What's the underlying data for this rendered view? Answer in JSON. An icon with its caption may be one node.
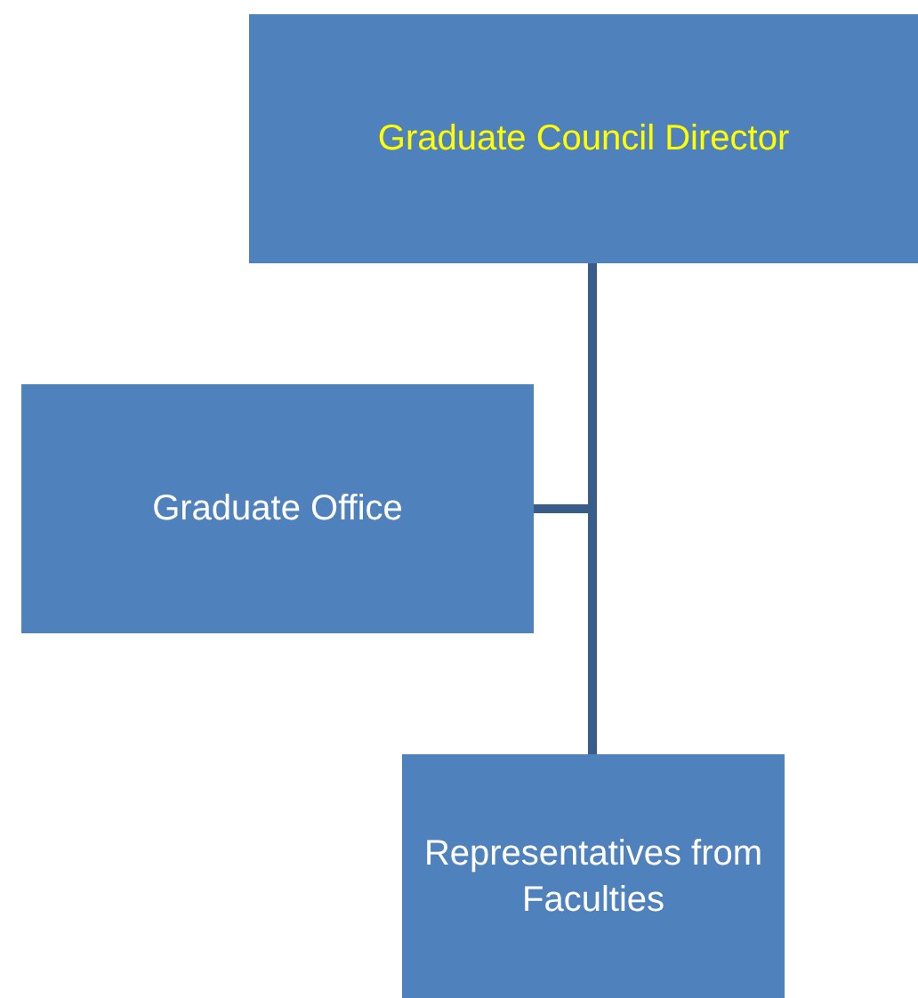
{
  "diagram": {
    "nodes": [
      {
        "text": [
          "Graduate Council Director"
        ]
      },
      {
        "text": [
          "Graduate Office"
        ]
      },
      {
        "text": [
          "Representatives from Faculties"
        ]
      }
    ],
    "edges": [
      {
        "from": 0,
        "to": 1,
        "arrow": "none"
      },
      {
        "from": 0,
        "to": 2,
        "arrow": "none"
      }
    ]
  }
}
